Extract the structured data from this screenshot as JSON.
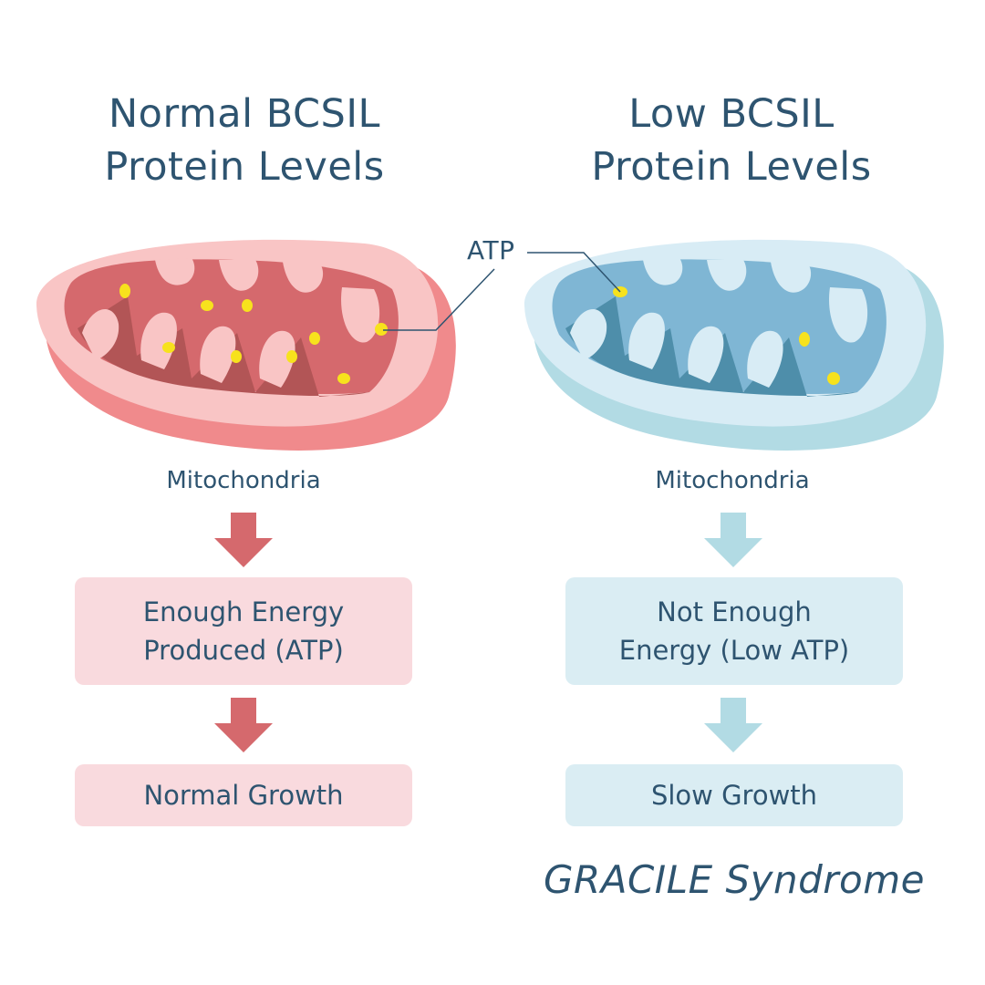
{
  "left": {
    "title_line1": "Normal BCSIL",
    "title_line2": "Protein Levels",
    "organelle_label": "Mitochondria",
    "result_line1": "Enough Energy",
    "result_line2": "Produced (ATP)",
    "outcome": "Normal Growth"
  },
  "right": {
    "title_line1": "Low BCSIL",
    "title_line2": "Protein Levels",
    "organelle_label": "Mitochondria",
    "result_line1": "Not Enough",
    "result_line2": "Energy (Low ATP)",
    "outcome": "Slow Growth",
    "condition": "GRACILE Syndrome"
  },
  "atp_label": "ATP",
  "colors": {
    "text": "#2e5470",
    "red_outer": "#f08a8c",
    "red_membrane": "#f9c5c5",
    "red_inner": "#d5696d",
    "red_deep": "#b25556",
    "red_box": "#f9dade",
    "blue_outer": "#b2dbe4",
    "blue_membrane": "#d8ecf5",
    "blue_inner": "#7fb6d4",
    "blue_deep": "#4e8eaa",
    "blue_box": "#daedf3",
    "atp_dot": "#f7e21d"
  }
}
